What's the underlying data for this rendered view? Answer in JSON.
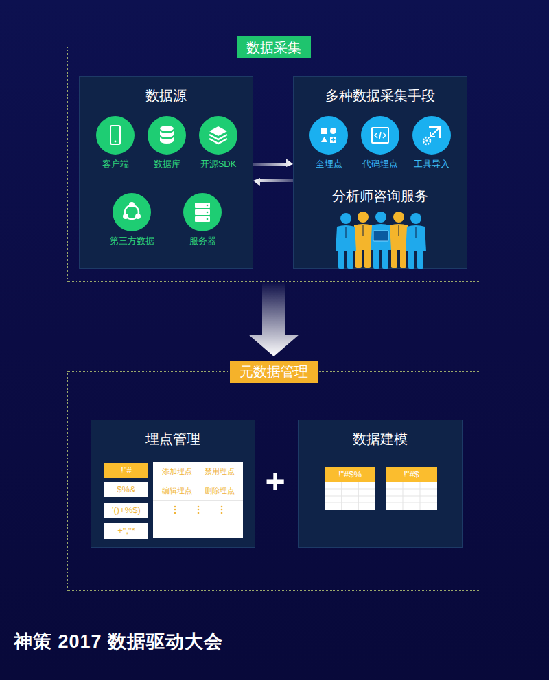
{
  "diagram": {
    "nodes": [
      {
        "text": [
          "数据采集"
        ]
      },
      {
        "text": [
          "数据源"
        ],
        "in": 0
      },
      {
        "text": [
          "客户端"
        ],
        "in": 1
      },
      {
        "text": [
          "数据库"
        ],
        "in": 1
      },
      {
        "text": [
          "开源SDK"
        ],
        "in": 1
      },
      {
        "text": [
          "第三方数据"
        ],
        "in": 1
      },
      {
        "text": [
          "服务器"
        ],
        "in": 1
      },
      {
        "text": [
          "多种数据采集手段",
          "分析师咨询服务"
        ],
        "in": 0
      },
      {
        "text": [
          "全埋点"
        ],
        "in": 7
      },
      {
        "text": [
          "代码埋点"
        ],
        "in": 7
      },
      {
        "text": [
          "工具导入"
        ],
        "in": 7
      },
      {
        "text": [
          "元数据管理"
        ]
      },
      {
        "text": [
          "埋点管理"
        ],
        "in": 11
      },
      {
        "text": [
          "!\"#"
        ],
        "in": 12
      },
      {
        "text": [
          "$%&"
        ],
        "in": 12
      },
      {
        "text": [
          "'()+%$)"
        ],
        "in": 12
      },
      {
        "text": [
          "+\",\"*"
        ],
        "in": 12
      },
      {
        "text": [
          "添加埋点",
          "禁用埋点",
          "编辑埋点",
          "删除埋点"
        ],
        "in": 12
      },
      {
        "text": [
          "数据建模"
        ],
        "in": 11
      },
      {
        "text": [
          "!\"#$%"
        ],
        "in": 18
      },
      {
        "text": [
          "!\"#$"
        ],
        "in": 18
      }
    ],
    "edges": [
      {
        "from": 1,
        "to": 7,
        "arrow": "to"
      },
      {
        "from": 7,
        "to": 1,
        "arrow": "to"
      },
      {
        "from": 0,
        "to": 11,
        "arrow": "to"
      }
    ],
    "labels": [
      "+",
      "神策 2017 数据驱动大会"
    ]
  }
}
